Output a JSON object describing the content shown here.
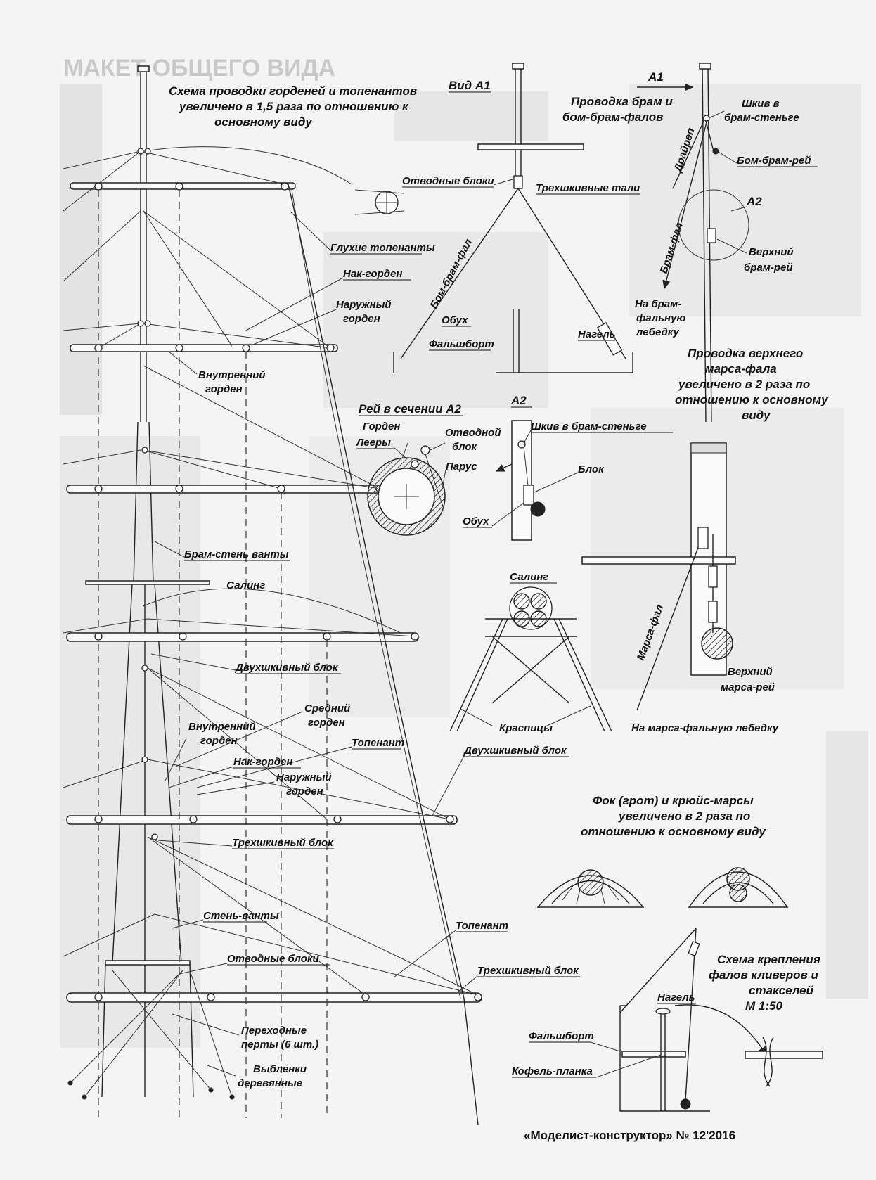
{
  "ghost_heading": "МАКЕТ ОБЩЕГО ВИДА",
  "titles": {
    "main_scheme": [
      "Схема проводки горденей и топенантов",
      "увеличено в 1,5 раза по отношению к",
      "основному виду"
    ],
    "view_a1": "Вид А1",
    "royal_halyards": [
      "Проводка брам и",
      "бом-брам-фалов"
    ],
    "yard_section_a2": "Рей в сечении А2",
    "a2": "А2",
    "upper_topsail_halyard": [
      "Проводка верхнего",
      "марса-фала",
      "увеличено в 2 раза по",
      "отношению к основному",
      "виду"
    ],
    "tops": [
      "Фок (грот) и крюйс-марсы",
      "увеличено в 2 раза по",
      "отношению к основному виду"
    ],
    "jib_scheme": [
      "Схема крепления",
      "фалов кливеров и",
      "стакселей",
      "М 1:50"
    ]
  },
  "labels": {
    "sheave_blocks_1": "Отводные блоки",
    "three_sheave_tackle": "Трехшкивные тали",
    "bom_bram_fal": "Бом-брам-фал",
    "obukh_1": "Обух",
    "falshbort_1": "Фальшборт",
    "nagel_1": "Нагель",
    "a1_arrow": "А1",
    "sheave_topgallant": [
      "Шкив в",
      "брам-стеньге"
    ],
    "drayrep": "Драйреп",
    "bom_bram_rey": "Бом-брам-рей",
    "a2_mark": "А2",
    "bram_fal": "Брам-фал",
    "upper_bram_rey": [
      "Верхний",
      "брам-рей"
    ],
    "to_winch": [
      "На брам-",
      "фальную",
      "лебедку"
    ],
    "glukhie_topenanty": "Глухие топенанты",
    "nak_gorden_1": "Нак-горден",
    "outer_gorden_1": [
      "Наружный",
      "горден"
    ],
    "inner_gorden_1": [
      "Внутренний",
      "горден"
    ],
    "gorden": "Горден",
    "leery": "Лееры",
    "otvodnoy_blok": [
      "Отводной",
      "блок"
    ],
    "parus": "Парус",
    "obukh_2": "Обух",
    "sheave_in_topgallant": "Шкив в брам-стеньге",
    "blok": "Блок",
    "bram_sten_vanty": "Брам-стень ванты",
    "saling_1": "Салинг",
    "saling_2": "Салинг",
    "marsa_fal": "Марса-фал",
    "upper_marsa_rey": [
      "Верхний",
      "марса-рей"
    ],
    "to_marsa_winch": "На марса-фальную лебедку",
    "krasplitsy": "Краспицы",
    "dvukhshkivny_1": "Двухшкивный блок",
    "sredniy_gorden": [
      "Средний",
      "горден"
    ],
    "inner_gorden_2": [
      "Внутренний",
      "горден"
    ],
    "topenant_1": "Топенант",
    "dvukhshkivny_2": "Двухшкивный блок",
    "nak_gorden_2": "Нак-горден",
    "outer_gorden_2": [
      "Наружный",
      "горден"
    ],
    "trekhshkivny_1": "Трехшкивный блок",
    "sten_vanty": "Стень-ванты",
    "topenant_2": "Топенант",
    "otvodnye_bloki_2": "Отводные блоки",
    "trekhshkivny_2": "Трехшкивный блок",
    "perty": [
      "Переходные",
      "перты (6 шт.)"
    ],
    "vyblenki": [
      "Выбленки",
      "деревянные"
    ],
    "nagel_2": "Нагель",
    "falshbort_2": "Фальшборт",
    "kofel_planka": "Кофель-планка"
  },
  "footer": "«Моделист-конструктор» № 12'2016"
}
